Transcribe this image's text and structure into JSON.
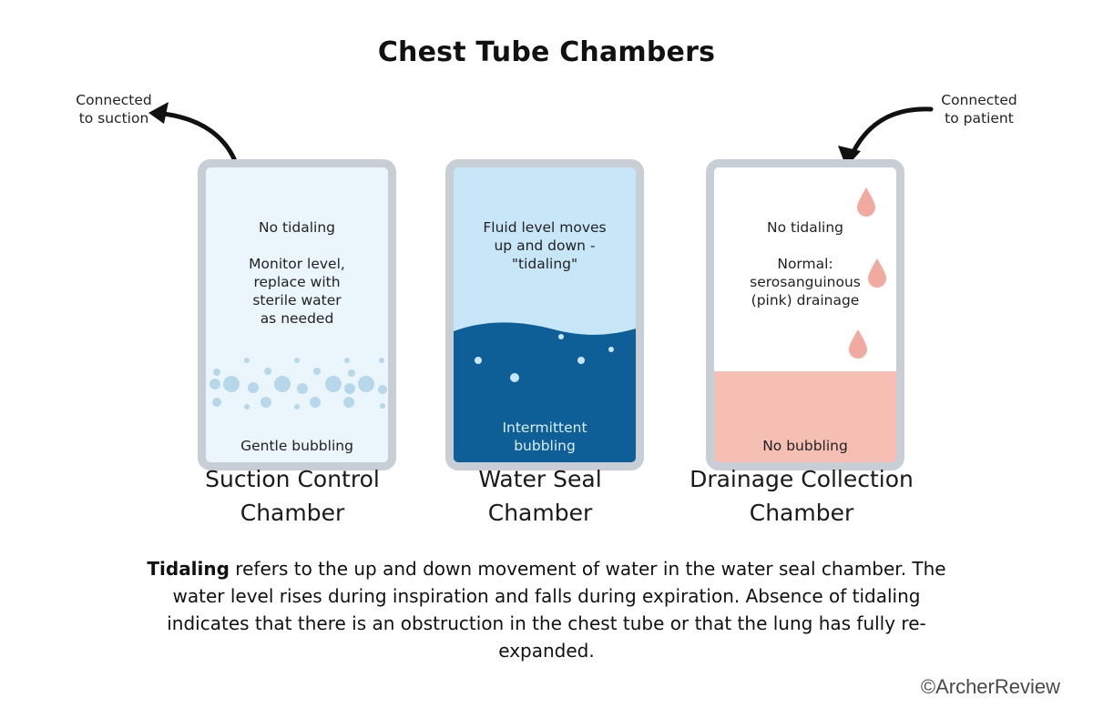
{
  "title": "Chest Tube Chambers",
  "side_notes": {
    "left": [
      "Connected",
      "to suction"
    ],
    "right": [
      "Connected",
      "to patient"
    ]
  },
  "chambers": [
    {
      "name_lines": [
        "Suction Control",
        "Chamber"
      ],
      "top_text": "No tidaling",
      "middle_text": [
        "Monitor level,",
        "replace with",
        "sterile water",
        "as needed"
      ],
      "bottom_text": [
        "Gentle bubbling"
      ]
    },
    {
      "name_lines": [
        "Water Seal",
        "Chamber"
      ],
      "top_text": [
        "Fluid level moves",
        "up and down -",
        "\"tidaling\""
      ],
      "bottom_text": [
        "Intermittent",
        "bubbling"
      ]
    },
    {
      "name_lines": [
        "Drainage Collection",
        "Chamber"
      ],
      "top_text": "No tidaling",
      "middle_text": [
        "Normal:",
        "serosanguinous",
        "(pink) drainage"
      ],
      "bottom_text": [
        "No bubbling"
      ]
    }
  ],
  "description": {
    "bold": "Tidaling",
    "rest": " refers to the up and down movement of water in the water seal chamber. The water level rises during inspiration and falls during expiration. Absence of tidaling indicates that there is an obstruction in the chest tube or that the lung has fully re-expanded."
  },
  "copyright": "©ArcherReview",
  "colors": {
    "frame": "#c7ced6",
    "suction_fill": "#eaf5fc",
    "bubble": "#b6d8ea",
    "water_light": "#c7e6f7",
    "water_dark": "#0e5f98",
    "drainage_fill": "#f6bfb4",
    "droplet": "#f1aaa0"
  }
}
